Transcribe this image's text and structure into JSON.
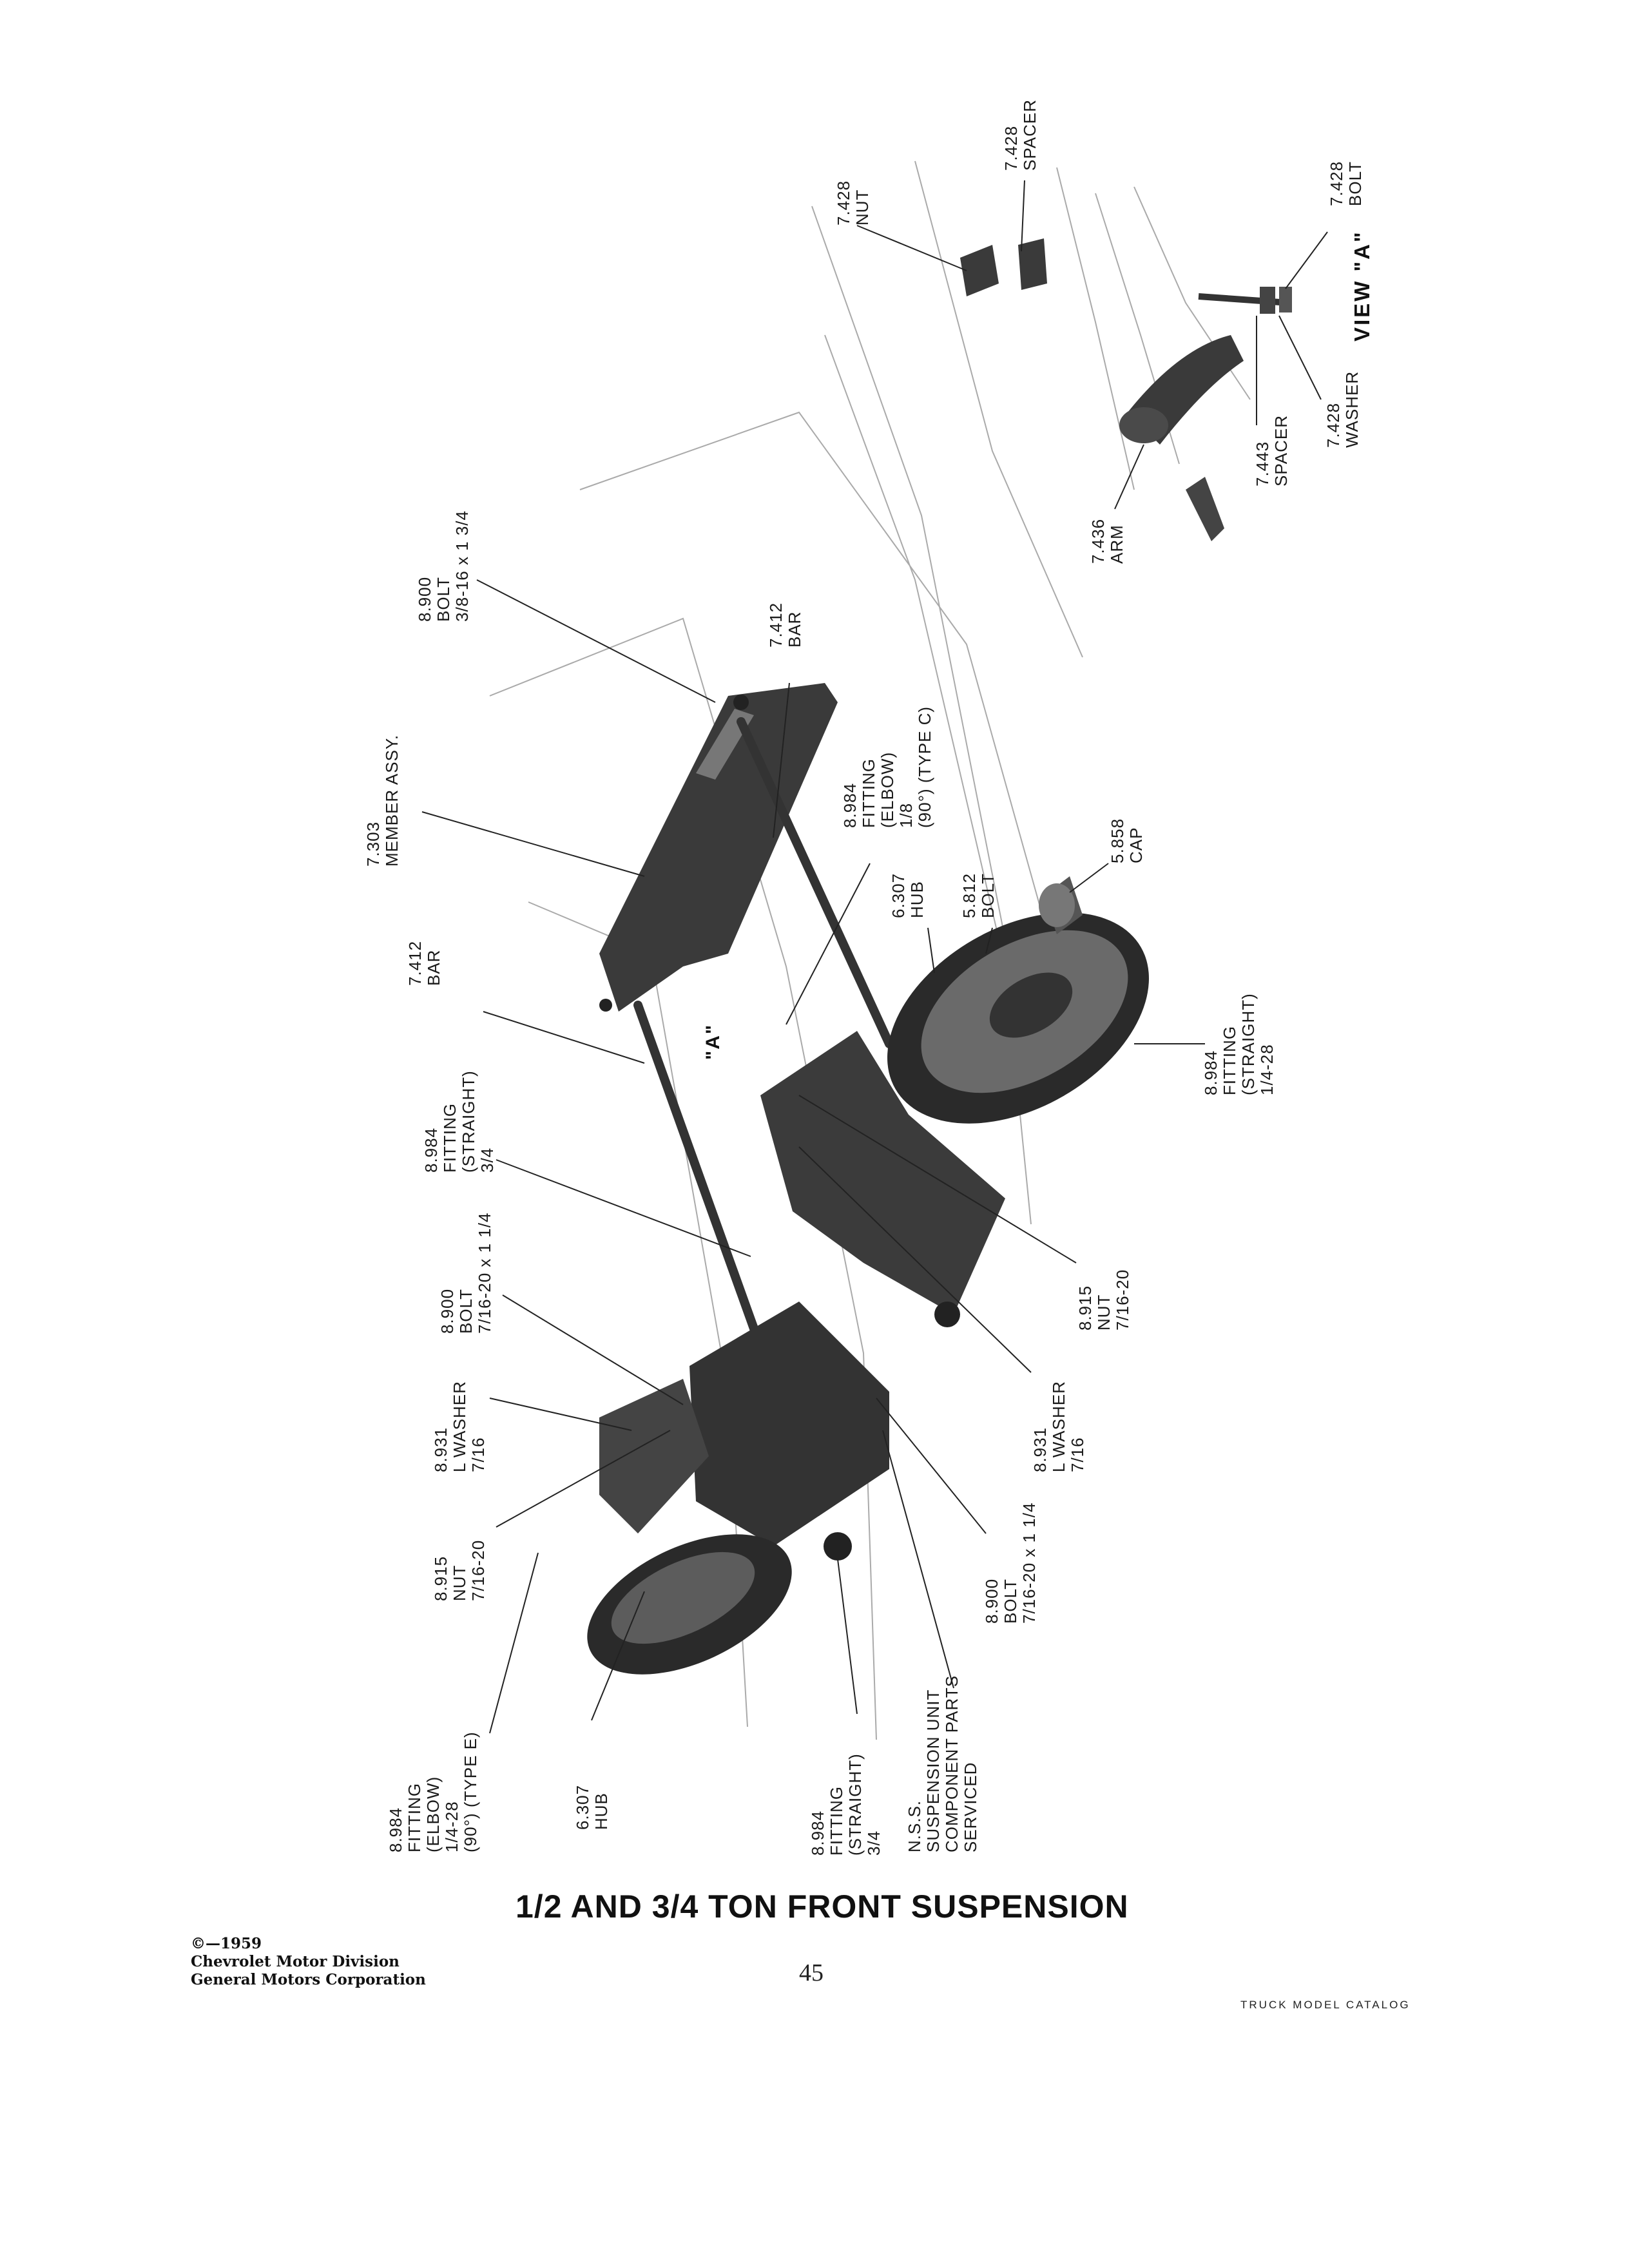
{
  "callouts": {
    "nut_7428": [
      "7.428",
      "NUT"
    ],
    "spacer_7428": [
      "7.428",
      "SPACER"
    ],
    "bolt_7428": [
      "7.428",
      "BOLT"
    ],
    "washer_7428": [
      "7.428",
      "WASHER"
    ],
    "spacer_7443": [
      "7.443",
      "SPACER"
    ],
    "arm_7436": [
      "7.436",
      "ARM"
    ],
    "bolt_8900_top": [
      "8.900",
      "BOLT",
      "3/8-16 x 1 3/4"
    ],
    "bar_7412_top": [
      "7.412",
      "BAR"
    ],
    "member_7303": [
      "7.303",
      "MEMBER ASSY."
    ],
    "fitting_8984_elbow_c": [
      "8.984",
      "FITTING",
      "(ELBOW)",
      "1/8",
      "(90°) (TYPE C)"
    ],
    "hub_6307_right": [
      "6.307",
      "HUB"
    ],
    "bolt_5812": [
      "5.812",
      "BOLT"
    ],
    "cap_5858": [
      "5.858",
      "CAP"
    ],
    "bar_7412_mid": [
      "7.412",
      "BAR"
    ],
    "fitting_8984_straight_right": [
      "8.984",
      "FITTING",
      "(STRAIGHT)",
      "1/4-28"
    ],
    "fitting_8984_straight_mid": [
      "8.984",
      "FITTING",
      "(STRAIGHT)",
      "3/4"
    ],
    "nut_8915_right": [
      "8.915",
      "NUT",
      "7/16-20"
    ],
    "bolt_8900_mid": [
      "8.900",
      "BOLT",
      "7/16-20 x 1 1/4"
    ],
    "washer_8931_left": [
      "8.931",
      "L WASHER",
      "7/16"
    ],
    "washer_8931_right": [
      "8.931",
      "L WASHER",
      "7/16"
    ],
    "nut_8915_left": [
      "8.915",
      "NUT",
      "7/16-20"
    ],
    "bolt_8900_low": [
      "8.900",
      "BOLT",
      "7/16-20 x 1 1/4"
    ],
    "fitting_8984_elbow_e": [
      "8.984",
      "FITTING",
      "(ELBOW)",
      "1/4-28",
      "(90°) (TYPE E)"
    ],
    "hub_6307_left": [
      "6.307",
      "HUB"
    ],
    "fitting_8984_straight_low": [
      "8.984",
      "FITTING",
      "(STRAIGHT)",
      "3/4"
    ],
    "nss": [
      "N.S.S.",
      "SUSPENSION UNIT",
      "COMPONENT PARTS",
      "SERVICED"
    ]
  },
  "view_label": "VIEW \"A\"",
  "a_marker": "\"A\"",
  "title": "1/2 AND 3/4 TON FRONT SUSPENSION",
  "copyright": [
    "©—1959",
    "Chevrolet Motor Division",
    "General Motors Corporation"
  ],
  "page_number": "45",
  "catalog_label": "TRUCK MODEL CATALOG"
}
